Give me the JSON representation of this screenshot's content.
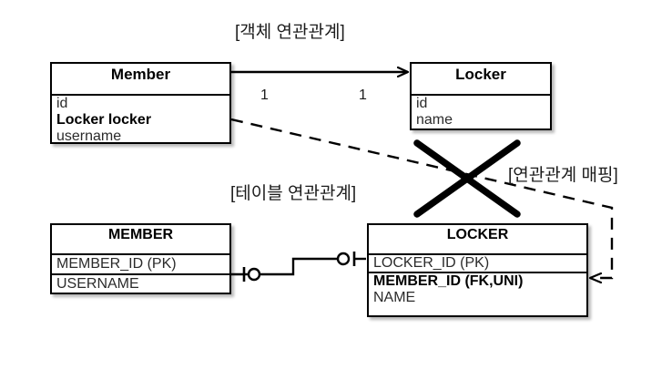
{
  "diagram": {
    "title_object_relation": "[객체 연관관계]",
    "title_table_relation": "[테이블 연관관계]",
    "title_mapping": "[연관관계 매핑]",
    "stroke_color": "#000000",
    "text_color": "#2b2b2b",
    "background": "#ffffff"
  },
  "object_model": {
    "member_class": {
      "name": "Member",
      "fields": [
        {
          "label": "id",
          "bold": false
        },
        {
          "label": "Locker locker",
          "bold": true
        },
        {
          "label": "username",
          "bold": false
        }
      ]
    },
    "locker_class": {
      "name": "Locker",
      "fields": [
        {
          "label": "id",
          "bold": false
        },
        {
          "label": "name",
          "bold": false
        }
      ]
    },
    "association": {
      "source_multiplicity": "1",
      "target_multiplicity": "1",
      "direction": "Member -> Locker",
      "line_style": "solid-open-arrow"
    }
  },
  "table_model": {
    "member_table": {
      "name": "MEMBER",
      "columns": [
        {
          "label": "MEMBER_ID (PK)",
          "bold": false
        },
        {
          "label": "USERNAME",
          "bold": false
        }
      ]
    },
    "locker_table": {
      "name": "LOCKER",
      "columns": [
        {
          "label": "LOCKER_ID (PK)",
          "bold": false
        },
        {
          "label": "MEMBER_ID (FK,UNI)",
          "bold": true
        },
        {
          "label": "NAME",
          "bold": false
        }
      ]
    },
    "relationship": {
      "notation": "crows-foot-zero-or-one",
      "member_end": "zero-or-one",
      "locker_end": "zero-or-one"
    }
  },
  "annotations": {
    "cross_mark": "X",
    "cross_meaning": "no-mapping",
    "mapping_arrow": "dashed-arrow-to-member-id-fk"
  }
}
